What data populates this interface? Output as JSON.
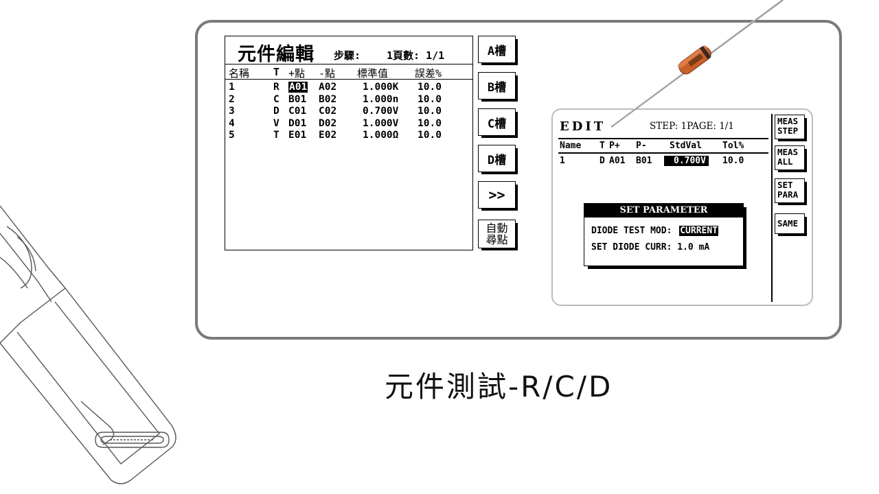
{
  "left": {
    "title": "元件編輯",
    "step_label": "步驟:",
    "page_label": "1頁數: 1/1",
    "headers": [
      "名稱",
      "T",
      "+點",
      "-點",
      "標準值",
      "誤差%"
    ],
    "rows": [
      {
        "name": "1",
        "t": "R",
        "p": "A01",
        "n": "A02",
        "val": "1.000K",
        "tol": "10.0"
      },
      {
        "name": "2",
        "t": "C",
        "p": "B01",
        "n": "B02",
        "val": "1.000n",
        "tol": "10.0"
      },
      {
        "name": "3",
        "t": "D",
        "p": "C01",
        "n": "C02",
        "val": "0.700V",
        "tol": "10.0"
      },
      {
        "name": "4",
        "t": "V",
        "p": "D01",
        "n": "D02",
        "val": "1.000V",
        "tol": "10.0"
      },
      {
        "name": "5",
        "t": "T",
        "p": "E01",
        "n": "E02",
        "val": "1.000Ω",
        "tol": "10.0"
      }
    ],
    "buttons": [
      "A槽",
      "B槽",
      "C槽",
      "D槽",
      ">>",
      "自動尋點"
    ],
    "auto_btn_line1": "自動",
    "auto_btn_line2": "尋點"
  },
  "right": {
    "title": "EDIT",
    "step": "STEP:  1PAGE: 1/1",
    "headers": [
      "Name",
      "T",
      "P+",
      "P-",
      "StdVal",
      "Tol%"
    ],
    "row": {
      "name": "1",
      "t": "D",
      "p": "A01",
      "n": "B01",
      "val": "0.700V",
      "tol": "10.0"
    },
    "buttons": [
      {
        "l1": "MEAS",
        "l2": "STEP"
      },
      {
        "l1": "MEAS",
        "l2": "ALL"
      },
      {
        "l1": "SET",
        "l2": "PARA"
      },
      {
        "l1": "SAME",
        "l2": ""
      }
    ],
    "dialog": {
      "title": "SET PARAMETER",
      "mode_label": "DIODE TEST MOD:",
      "mode_value": "CURRENT",
      "curr_line": "SET DIODE CURR: 1.0 mA"
    }
  },
  "caption": "元件測試-R/C/D",
  "colors": {
    "frame": "#7a7a7a",
    "highlight": "#000000",
    "diode_body": "#c8602a"
  }
}
